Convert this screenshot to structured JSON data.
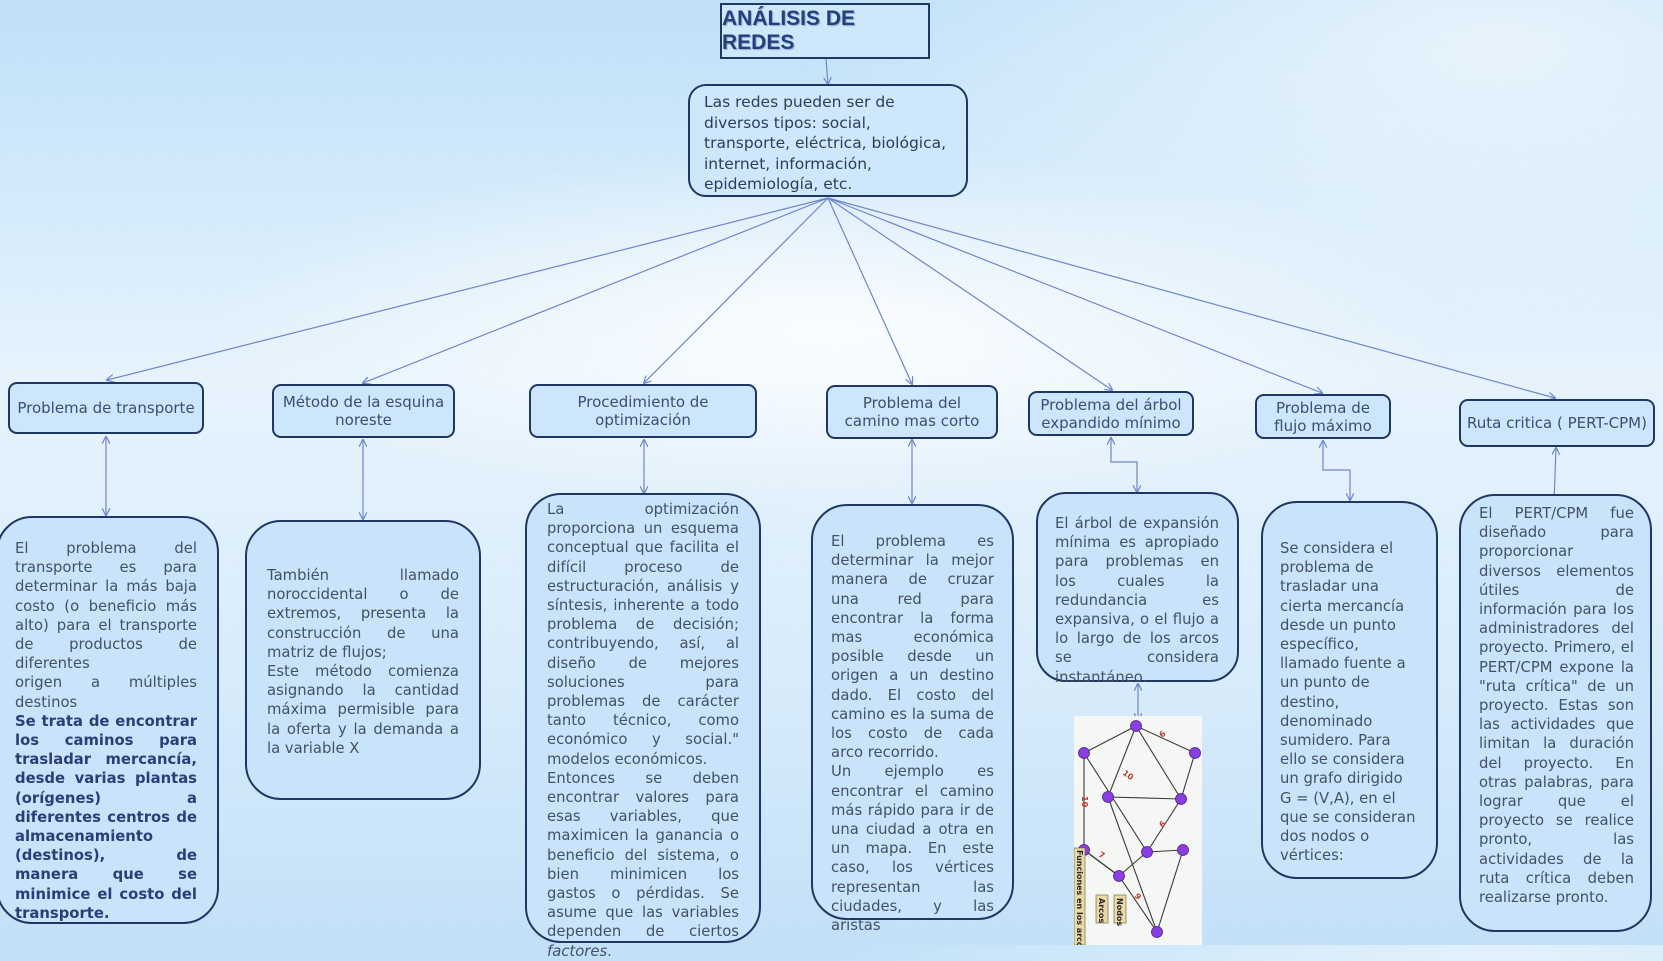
{
  "title": "ANÁLISIS DE REDES",
  "intro": "Las redes pueden ser de diversos tipos: social, transporte, eléctrica, biológica, internet, información, epidemiología, etc.",
  "categories": [
    {
      "label": "Problema de transporte"
    },
    {
      "label": "Método de la esquina noreste"
    },
    {
      "label": "Procedimiento de optimización"
    },
    {
      "label": "Problema del camino mas corto"
    },
    {
      "label": "Problema del árbol expandido mínimo"
    },
    {
      "label": "Problema de flujo máximo"
    },
    {
      "label": "Ruta critica ( PERT-CPM)"
    }
  ],
  "descriptions": {
    "transporte": {
      "p1": "El problema del transporte es para determinar la más baja costo (o beneficio más alto) para el transporte de productos de diferentes",
      "p2": "origen a múltiples destinos",
      "p3": "Se trata de encontrar los caminos para trasladar mercancía, desde varias plantas (orígenes) a diferentes centros de almacenamiento (destinos), de manera que se minimice el costo del transporte."
    },
    "esquina": {
      "p1": "También llamado noroccidental o de extremos, presenta la construcción de una matriz de flujos;",
      "p2": "Este método comienza asignando la cantidad máxima permisible para la oferta y la demanda a la variable X"
    },
    "optimizacion": {
      "p1": "La optimización proporciona un esquema conceptual que facilita el difícil proceso de estructuración, análisis y síntesis, inherente a todo problema de decisión; contribuyendo, así, al diseño de mejores soluciones para problemas de carácter tanto técnico, como económico y social.\" modelos económicos.",
      "p2a": "Entonces se deben encontrar valores para esas variables, que maximicen la ganancia o beneficio del sistema, o bien minimicen los gastos o pérdidas. Se asume que las variables dependen de ciertos ",
      "p2b": "factores",
      "p2c": "."
    },
    "camino": {
      "p1": "El problema es determinar la mejor manera de cruzar una red para encontrar la forma mas económica posible desde un origen a un destino dado. El costo del camino es la suma de los costo de cada arco recorrido.",
      "p2": "Un ejemplo es encontrar el camino más rápido para ir de una ciudad a otra en un mapa. En este caso, los vértices representan las ciudades, y las aristas"
    },
    "arbol": {
      "p1": "El árbol de expansión mínima es apropiado para problemas en los cuales la redundancia es expansiva, o el flujo a lo largo de los arcos se considera instantáneo."
    },
    "flujo": {
      "p1": " Se considera el problema de trasladar una cierta mercancía desde un punto específico, llamado fuente a un punto de destino, denominado sumidero. Para ello se considera un grafo dirigido G = (V,A), en el que se consideran dos nodos o vértices:"
    },
    "pert": {
      "p1": "El PERT/CPM fue diseñado para proporcionar diversos elementos útiles de información para los administradores del proyecto. Primero, el PERT/CPM expone la \"ruta crítica\" de un proyecto. Estas son las actividades que limitan la duración del proyecto. En otras palabras, para lograr que el proyecto se realice pronto, las actividades de la ruta crítica deben realizarse pronto."
    }
  },
  "graph_image": {
    "labels": [
      "Funciones en los arcos",
      "Arcos",
      "Nodos"
    ],
    "weights": [
      "6",
      "10",
      "10",
      "6",
      "7",
      "9"
    ]
  },
  "colors": {
    "box_fill": "#cfe7fb",
    "box_border": "#1f3763",
    "connector": "#6f86c8",
    "graph_node": "#8b3fe0"
  }
}
